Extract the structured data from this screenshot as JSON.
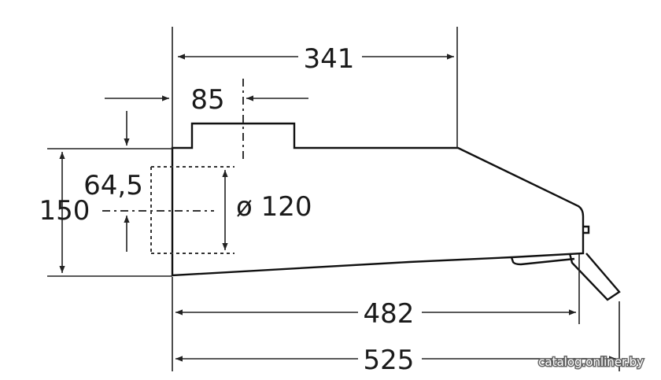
{
  "dimensions": {
    "top_width": "341",
    "outlet_offset": "85",
    "front_height_offset": "64,5",
    "total_height": "150",
    "outlet_diameter": "ø 120",
    "body_length": "482",
    "total_length": "525"
  },
  "watermark": "catalog.onliner.by"
}
